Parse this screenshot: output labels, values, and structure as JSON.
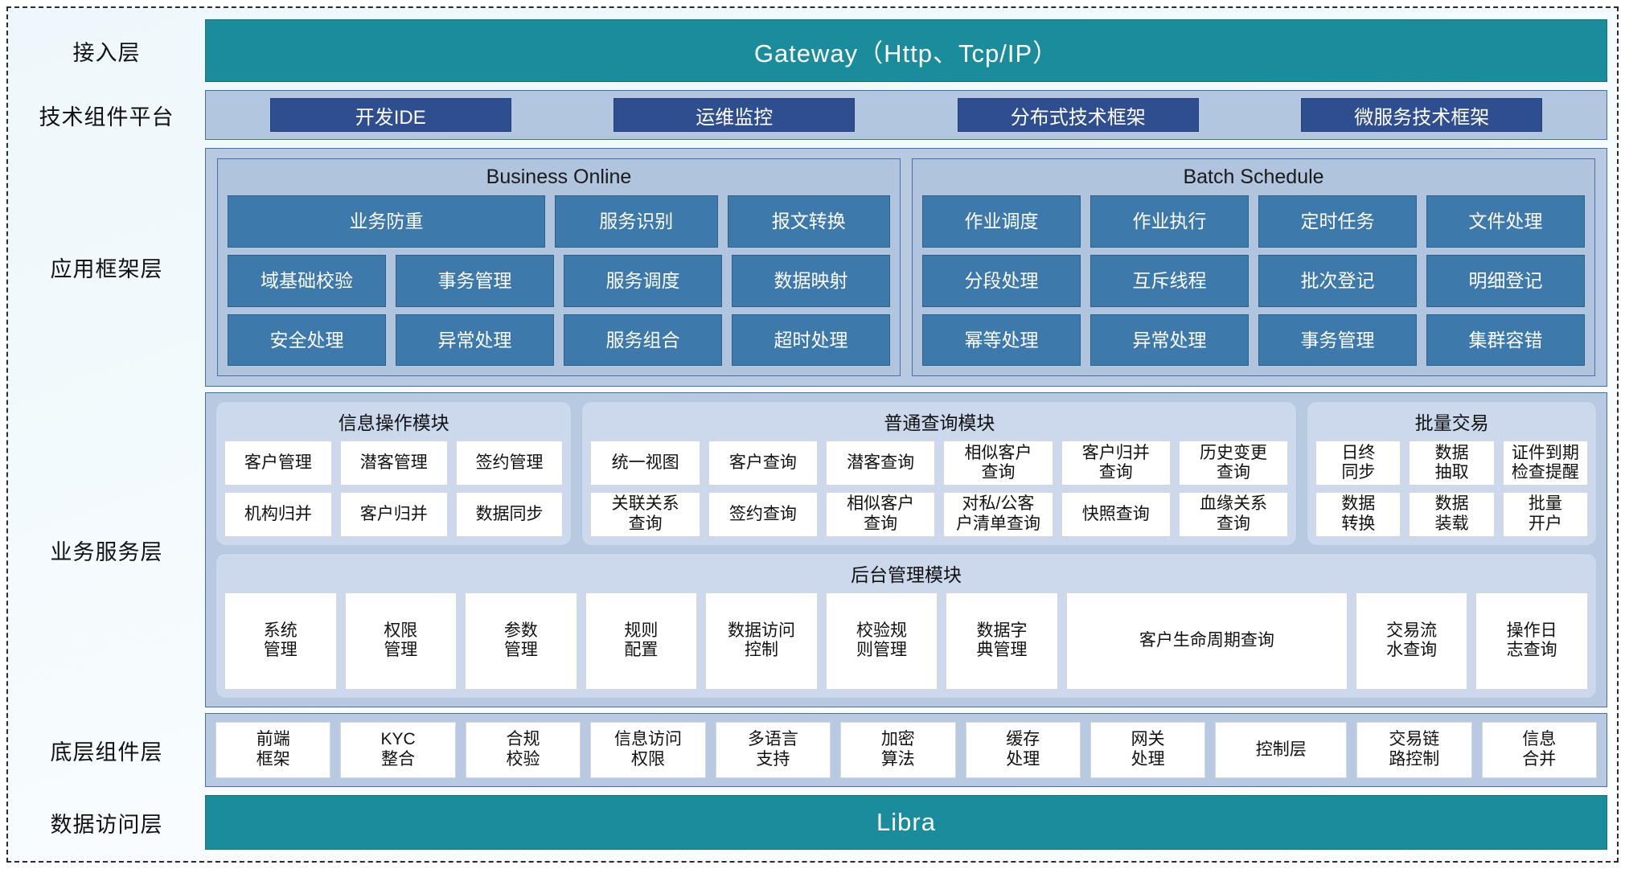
{
  "diagram": {
    "title": "Layered Application Architecture",
    "colors": {
      "teal": "#1b8c9b",
      "navy": "#2e4e8f",
      "steel": "#3d7aab",
      "panel": "#b8c9e2",
      "card": "#ccd8ec",
      "border": "#4a6fa5",
      "white_cell": "#ffffff"
    },
    "layers": [
      {
        "label": "接入层"
      },
      {
        "label": "技术组件平台"
      },
      {
        "label": "应用框架层"
      },
      {
        "label": "业务服务层"
      },
      {
        "label": "底层组件层"
      },
      {
        "label": "数据访问层"
      }
    ]
  },
  "access_layer": {
    "label": "接入层",
    "banner": "Gateway（Http、Tcp/IP）"
  },
  "tech_platform": {
    "label": "技术组件平台",
    "chips": [
      "开发IDE",
      "运维监控",
      "分布式技术框架",
      "微服务技术框架"
    ]
  },
  "app_framework": {
    "label": "应用框架层",
    "groups": [
      {
        "title": "Business Online",
        "rows": [
          [
            {
              "text": "业务防重",
              "span": 2
            },
            {
              "text": "服务识别",
              "span": 1
            },
            {
              "text": "报文转换",
              "span": 1
            }
          ],
          [
            {
              "text": "域基础校验",
              "span": 1
            },
            {
              "text": "事务管理",
              "span": 1
            },
            {
              "text": "服务调度",
              "span": 1
            },
            {
              "text": "数据映射",
              "span": 1
            }
          ],
          [
            {
              "text": "安全处理",
              "span": 1
            },
            {
              "text": "异常处理",
              "span": 1
            },
            {
              "text": "服务组合",
              "span": 1
            },
            {
              "text": "超时处理",
              "span": 1
            }
          ]
        ]
      },
      {
        "title": "Batch Schedule",
        "rows": [
          [
            {
              "text": "作业调度",
              "span": 1
            },
            {
              "text": "作业执行",
              "span": 1
            },
            {
              "text": "定时任务",
              "span": 1
            },
            {
              "text": "文件处理",
              "span": 1
            }
          ],
          [
            {
              "text": "分段处理",
              "span": 1
            },
            {
              "text": "互斥线程",
              "span": 1
            },
            {
              "text": "批次登记",
              "span": 1
            },
            {
              "text": "明细登记",
              "span": 1
            }
          ],
          [
            {
              "text": "幂等处理",
              "span": 1
            },
            {
              "text": "异常处理",
              "span": 1
            },
            {
              "text": "事务管理",
              "span": 1
            },
            {
              "text": "集群容错",
              "span": 1
            }
          ]
        ]
      }
    ]
  },
  "business_service": {
    "label": "业务服务层",
    "modules": [
      {
        "title": "信息操作模块",
        "rows": [
          [
            "客户管理",
            "潜客管理",
            "签约管理"
          ],
          [
            "机构归并",
            "客户归并",
            "数据同步"
          ]
        ]
      },
      {
        "title": "普通查询模块",
        "rows": [
          [
            "统一视图",
            "客户查询",
            "潜客查询",
            "相似客户\n查询",
            "客户归并\n查询",
            "历史变更\n查询"
          ],
          [
            "关联关系\n查询",
            "签约查询",
            "相似客户\n查询",
            "对私/公客\n户清单查询",
            "快照查询",
            "血缘关系\n查询"
          ]
        ]
      },
      {
        "title": "批量交易",
        "rows": [
          [
            "日终\n同步",
            "数据\n抽取",
            "证件到期\n检查提醒"
          ],
          [
            "数据\n转换",
            "数据\n装载",
            "批量\n开户"
          ]
        ]
      }
    ],
    "admin_module": {
      "title": "后台管理模块",
      "cells": [
        {
          "text": "系统\n管理",
          "span": 1
        },
        {
          "text": "权限\n管理",
          "span": 1
        },
        {
          "text": "参数\n管理",
          "span": 1
        },
        {
          "text": "规则\n配置",
          "span": 1
        },
        {
          "text": "数据访问\n控制",
          "span": 1
        },
        {
          "text": "校验规\n则管理",
          "span": 1
        },
        {
          "text": "数据字\n典管理",
          "span": 1
        },
        {
          "text": "客户生命周期查询",
          "span": 2.6
        },
        {
          "text": "交易流\n水查询",
          "span": 1
        },
        {
          "text": "操作日\n志查询",
          "span": 1
        }
      ]
    }
  },
  "base_component": {
    "label": "底层组件层",
    "cells": [
      {
        "text": "前端\n框架",
        "span": 1
      },
      {
        "text": "KYC\n整合",
        "span": 1
      },
      {
        "text": "合规\n校验",
        "span": 1
      },
      {
        "text": "信息访问\n权限",
        "span": 1
      },
      {
        "text": "多语言\n支持",
        "span": 1
      },
      {
        "text": "加密\n算法",
        "span": 1
      },
      {
        "text": "缓存\n处理",
        "span": 1
      },
      {
        "text": "网关\n处理",
        "span": 1
      },
      {
        "text": "控制层",
        "span": 1.15
      },
      {
        "text": "交易链\n路控制",
        "span": 1
      },
      {
        "text": "信息\n合并",
        "span": 1
      }
    ]
  },
  "data_access": {
    "label": "数据访问层",
    "banner": "Libra"
  }
}
